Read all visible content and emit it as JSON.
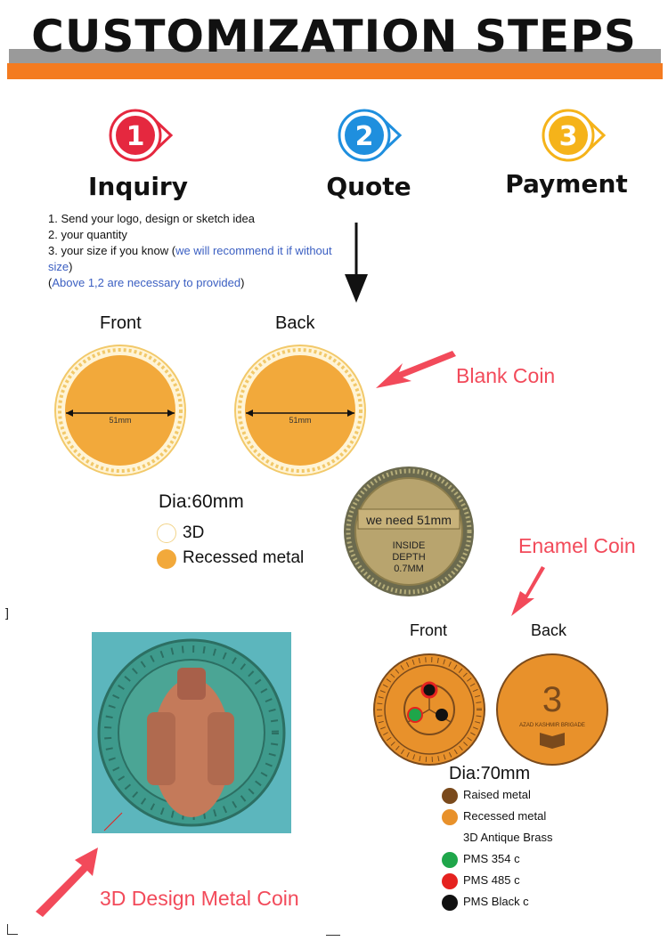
{
  "header": {
    "title": "CUSTOMIZATION STEPS"
  },
  "steps": [
    {
      "number": "1",
      "label": "Inquiry",
      "color": "#e5283f"
    },
    {
      "number": "2",
      "label": "Quote",
      "color": "#1f8fde"
    },
    {
      "number": "3",
      "label": "Payment",
      "color": "#f5b31a"
    }
  ],
  "inquiry": {
    "line1": "1. Send your logo,  design or sketch idea",
    "line2": "2. your quantity",
    "line3_a": "3. your size if you know (",
    "line3_b": "we will recommend it if without size",
    "line3_c": ")",
    "line4_a": "(",
    "line4_b": "Above 1,2 are necessary to provided",
    "line4_c": ")"
  },
  "blank_coin": {
    "front_label": "Front",
    "back_label": "Back",
    "measure": "51mm",
    "annotation": "Blank Coin",
    "diameter": "Dia:60mm",
    "legend": [
      {
        "label": "3D",
        "color": "#ffffff"
      },
      {
        "label": "Recessed metal",
        "color": "#f2a93b"
      }
    ]
  },
  "sample_coin": {
    "text1": "we need 51mm",
    "text2": "INSIDE",
    "text3": "DEPTH",
    "text4": "0.7MM"
  },
  "enamel_coin": {
    "annotation": "Enamel Coin",
    "front_label": "Front",
    "back_label": "Back",
    "back_number": "3",
    "back_text": "AZAD KASHMIR BRIGADE",
    "diameter": "Dia:70mm",
    "legend": [
      {
        "label": "Raised metal",
        "color": "#7a4a1c"
      },
      {
        "label": "Recessed metal",
        "color": "#e8912b"
      },
      {
        "label": "3D Antique Brass",
        "color": ""
      },
      {
        "label": "PMS 354 c",
        "color": "#1fa64a"
      },
      {
        "label": "PMS 485 c",
        "color": "#e5221f"
      },
      {
        "label": "PMS Black c",
        "color": "#111111"
      }
    ]
  },
  "design_coin": {
    "annotation": "3D Design Metal Coin"
  },
  "accent": {
    "orange": "#f47b20",
    "red_label": "#f24a5a",
    "blue_text": "#3b5fc2"
  }
}
